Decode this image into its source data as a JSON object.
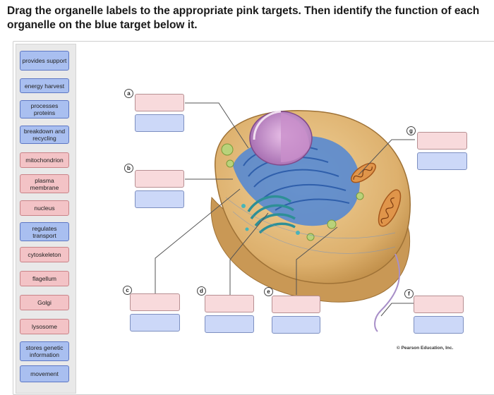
{
  "instructions": "Drag the organelle labels to the appropriate pink targets. Then identify the function of each organelle on the blue target below it.",
  "labels": [
    {
      "text": "provides support",
      "kind": "function"
    },
    {
      "text": "energy harvest",
      "kind": "function"
    },
    {
      "text": "processes proteins",
      "kind": "function"
    },
    {
      "text": "breakdown and recycling",
      "kind": "function"
    },
    {
      "text": "mitochondrion",
      "kind": "organelle"
    },
    {
      "text": "plasma membrane",
      "kind": "organelle"
    },
    {
      "text": "nucleus",
      "kind": "organelle"
    },
    {
      "text": "regulates transport",
      "kind": "function"
    },
    {
      "text": "cytoskeleton",
      "kind": "organelle"
    },
    {
      "text": "flagellum",
      "kind": "organelle"
    },
    {
      "text": "Golgi",
      "kind": "organelle"
    },
    {
      "text": "lysosome",
      "kind": "organelle"
    },
    {
      "text": "stores genetic information",
      "kind": "function"
    },
    {
      "text": "movement",
      "kind": "function"
    }
  ],
  "targets": [
    {
      "letter": "a"
    },
    {
      "letter": "b"
    },
    {
      "letter": "c"
    },
    {
      "letter": "d"
    },
    {
      "letter": "e"
    },
    {
      "letter": "f"
    },
    {
      "letter": "g"
    }
  ],
  "copyright": "© Pearson Education, Inc.",
  "colors": {
    "function_label": "#a9bff0",
    "organelle_label": "#f3c3c6",
    "pink_target": "#f8dadc",
    "blue_target": "#ccd8f8"
  }
}
